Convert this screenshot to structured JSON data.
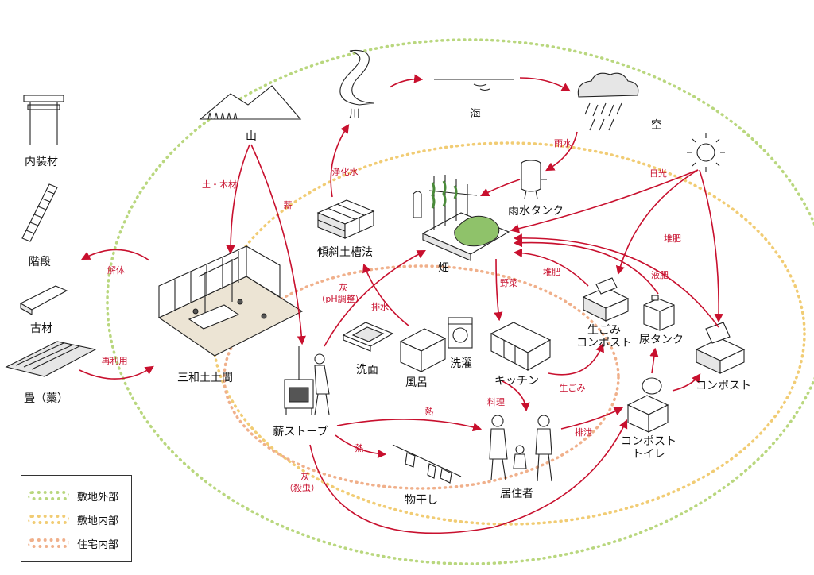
{
  "colors": {
    "outer_zone": "#b9d77e",
    "site_zone": "#f1cc74",
    "house_zone": "#f0b08b",
    "flow_arrow": "#c8102e"
  },
  "nodes": {
    "naisouzai": "内装材",
    "kaidan": "階段",
    "kozai": "古材",
    "tatami": "畳（藁）",
    "yama": "山",
    "kawa": "川",
    "umi": "海",
    "sora": "空",
    "rainwater_tank": "雨水タンク",
    "keisha": "傾斜土槽法",
    "hatake": "畑",
    "tataki": "三和土土間",
    "senmen": "洗面",
    "furo": "風呂",
    "sentaku": "洗濯",
    "kitchen": "キッチン",
    "namagomi_compost_1": "生ごみ",
    "namagomi_compost_2": "コンポスト",
    "nyou_tank": "尿タンク",
    "compost": "コンポスト",
    "stove": "薪ストーブ",
    "compost_toilet_1": "コンポスト",
    "compost_toilet_2": "トイレ",
    "monohoshi": "物干し",
    "kyojusha": "居住者"
  },
  "flows": {
    "kaitai": "解体",
    "sairiyou": "再利用",
    "tsuchi_mokuzai": "土・木材",
    "maki": "薪",
    "jouka_sui": "浄化水",
    "usui": "雨水",
    "nikkou": "日光",
    "taihi_1": "堆肥",
    "taihi_2": "堆肥",
    "ekihi": "液肥",
    "hai_1": "灰",
    "hai_1b": "（pH調整）",
    "haisui": "排水",
    "yasai": "野菜",
    "namagomi": "生ごみ",
    "ryouri": "料理",
    "netsu_1": "熱",
    "netsu_2": "熱",
    "haisetsu": "排泄",
    "hai_2": "灰",
    "hai_2b": "（殺虫）"
  },
  "legend": {
    "outer": "敷地外部",
    "site": "敷地内部",
    "house": "住宅内部"
  }
}
